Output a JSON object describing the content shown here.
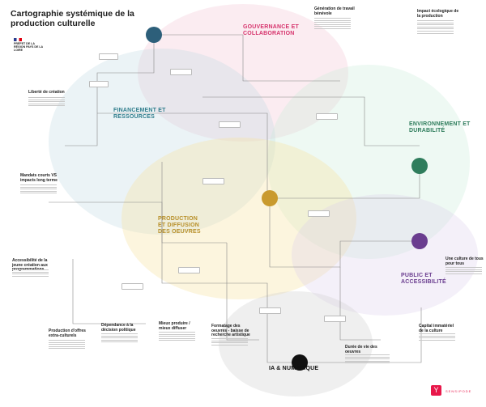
{
  "title": "Cartographie systémique de la production culturelle",
  "institution": {
    "name": "PRÉFET DE LA RÉGION PAYS DE LA LOIRE"
  },
  "zones": [
    {
      "label": "GOUVERNANCE ET COLLABORATION",
      "color": "#d6336c"
    },
    {
      "label": "FINANCEMENT ET RESSOURCES",
      "color": "#2f7d8c"
    },
    {
      "label": "ENVIRONNEMENT ET DURABILITÉ",
      "color": "#2f7d5c"
    },
    {
      "label": "PRODUCTION ET DIFFUSION DES OEUVRES",
      "color": "#b8902a"
    },
    {
      "label": "PUBLIC ET ACCESSIBILITÉ",
      "color": "#6a3d8f"
    },
    {
      "label": "IA & NUMÉRIQUE",
      "color": "#111111"
    }
  ],
  "panels": [
    {
      "title": "Génération de travail bénévole"
    },
    {
      "title": "Impact écologique de la production"
    },
    {
      "title": "Liberté de création"
    },
    {
      "title": "Mandats courts VS impacts long terme"
    },
    {
      "title": "Accessibilité de la jeune création aux programmations"
    },
    {
      "title": "Une culture de tous pour tous"
    },
    {
      "title": "Production d'offres extra-culturels"
    },
    {
      "title": "Dépendance à la décision politique"
    },
    {
      "title": "Mieux produire / mieux diffuser"
    },
    {
      "title": "Formatage des oeuvres - baisse de recherche artistique"
    },
    {
      "title": "Durée de vie des oeuvres"
    },
    {
      "title": "Capital immatériel de la culture"
    }
  ],
  "brand": {
    "name": "SENSIPODE",
    "color": "#e8174a"
  }
}
